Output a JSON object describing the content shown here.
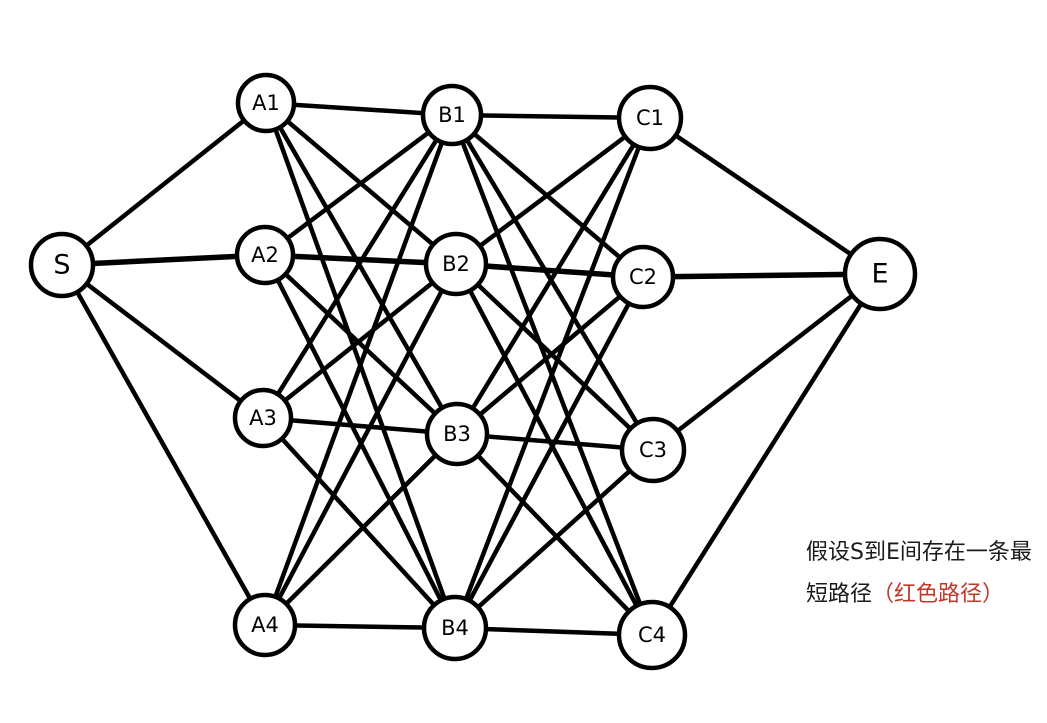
{
  "colors": {
    "edge": "#000000",
    "highlight": "#d32f2f",
    "caption_text": "#1a1a1a",
    "caption_red": "#c0392b"
  },
  "nodes": [
    {
      "id": "S",
      "label": "S"
    },
    {
      "id": "A1",
      "label": "A1"
    },
    {
      "id": "A2",
      "label": "A2"
    },
    {
      "id": "A3",
      "label": "A3"
    },
    {
      "id": "A4",
      "label": "A4"
    },
    {
      "id": "B1",
      "label": "B1"
    },
    {
      "id": "B2",
      "label": "B2"
    },
    {
      "id": "B3",
      "label": "B3"
    },
    {
      "id": "B4",
      "label": "B4"
    },
    {
      "id": "C1",
      "label": "C1"
    },
    {
      "id": "C2",
      "label": "C2"
    },
    {
      "id": "C3",
      "label": "C3"
    },
    {
      "id": "C4",
      "label": "C4"
    },
    {
      "id": "E",
      "label": "E"
    }
  ],
  "edges": [
    [
      "S",
      "A1"
    ],
    [
      "S",
      "A2"
    ],
    [
      "S",
      "A3"
    ],
    [
      "S",
      "A4"
    ],
    [
      "A1",
      "B1"
    ],
    [
      "A1",
      "B2"
    ],
    [
      "A1",
      "B3"
    ],
    [
      "A1",
      "B4"
    ],
    [
      "A2",
      "B1"
    ],
    [
      "A2",
      "B2"
    ],
    [
      "A2",
      "B3"
    ],
    [
      "A2",
      "B4"
    ],
    [
      "A3",
      "B1"
    ],
    [
      "A3",
      "B2"
    ],
    [
      "A3",
      "B3"
    ],
    [
      "A3",
      "B4"
    ],
    [
      "A4",
      "B1"
    ],
    [
      "A4",
      "B2"
    ],
    [
      "A4",
      "B3"
    ],
    [
      "A4",
      "B4"
    ],
    [
      "B1",
      "C1"
    ],
    [
      "B1",
      "C2"
    ],
    [
      "B1",
      "C3"
    ],
    [
      "B1",
      "C4"
    ],
    [
      "B2",
      "C1"
    ],
    [
      "B2",
      "C2"
    ],
    [
      "B2",
      "C3"
    ],
    [
      "B2",
      "C4"
    ],
    [
      "B3",
      "C1"
    ],
    [
      "B3",
      "C2"
    ],
    [
      "B3",
      "C3"
    ],
    [
      "B3",
      "C4"
    ],
    [
      "B4",
      "C1"
    ],
    [
      "B4",
      "C2"
    ],
    [
      "B4",
      "C3"
    ],
    [
      "B4",
      "C4"
    ],
    [
      "C1",
      "E"
    ],
    [
      "C2",
      "E"
    ],
    [
      "C3",
      "E"
    ],
    [
      "C4",
      "E"
    ]
  ],
  "shortest_path": [
    "S",
    "A2",
    "B2",
    "C2",
    "E"
  ],
  "caption": {
    "part1": "假设S到E间存在一条最短路径",
    "part2": "（红色路径）"
  }
}
